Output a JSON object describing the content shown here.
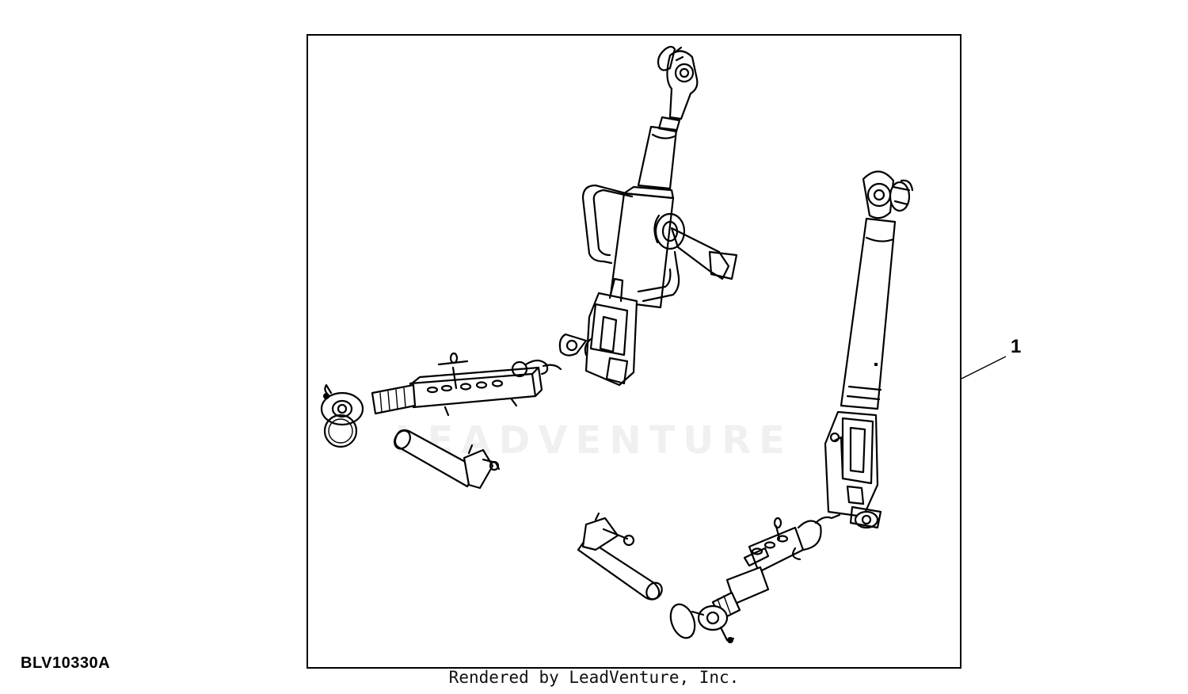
{
  "figure_id": "BLV10330A",
  "callout": "1",
  "credit": "Rendered by LeadVenture, Inc.",
  "watermark": "LEADVENTURE"
}
